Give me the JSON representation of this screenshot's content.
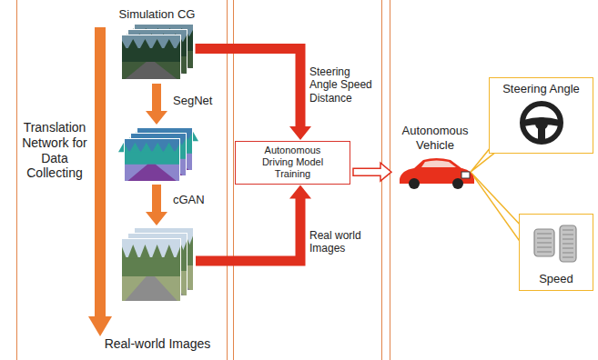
{
  "diagram": {
    "nodes": [
      {
        "text": [
          "Simulation CG"
        ]
      },
      {
        "text": [
          "Real-world Images"
        ]
      },
      {
        "text": [
          "Autonomous Driving Model Training"
        ]
      },
      {
        "text": [
          "Autonomous Vehicle"
        ]
      },
      {
        "text": [
          "Steering Angle"
        ]
      },
      {
        "text": [
          "Speed"
        ]
      }
    ],
    "edges": [
      {
        "from": 0,
        "to": 2,
        "label": "Steering Angle Speed Distance",
        "arrow": "to"
      },
      {
        "from": 1,
        "to": 2,
        "label": "Real world Images",
        "arrow": "to"
      },
      {
        "from": 2,
        "to": 3,
        "arrow": "to"
      },
      {
        "from": 3,
        "to": 4,
        "arrow": "none"
      },
      {
        "from": 3,
        "to": 5,
        "arrow": "none"
      }
    ],
    "labels": [
      "Translation Network for Data Collecting",
      "SegNet",
      "cGAN"
    ]
  }
}
